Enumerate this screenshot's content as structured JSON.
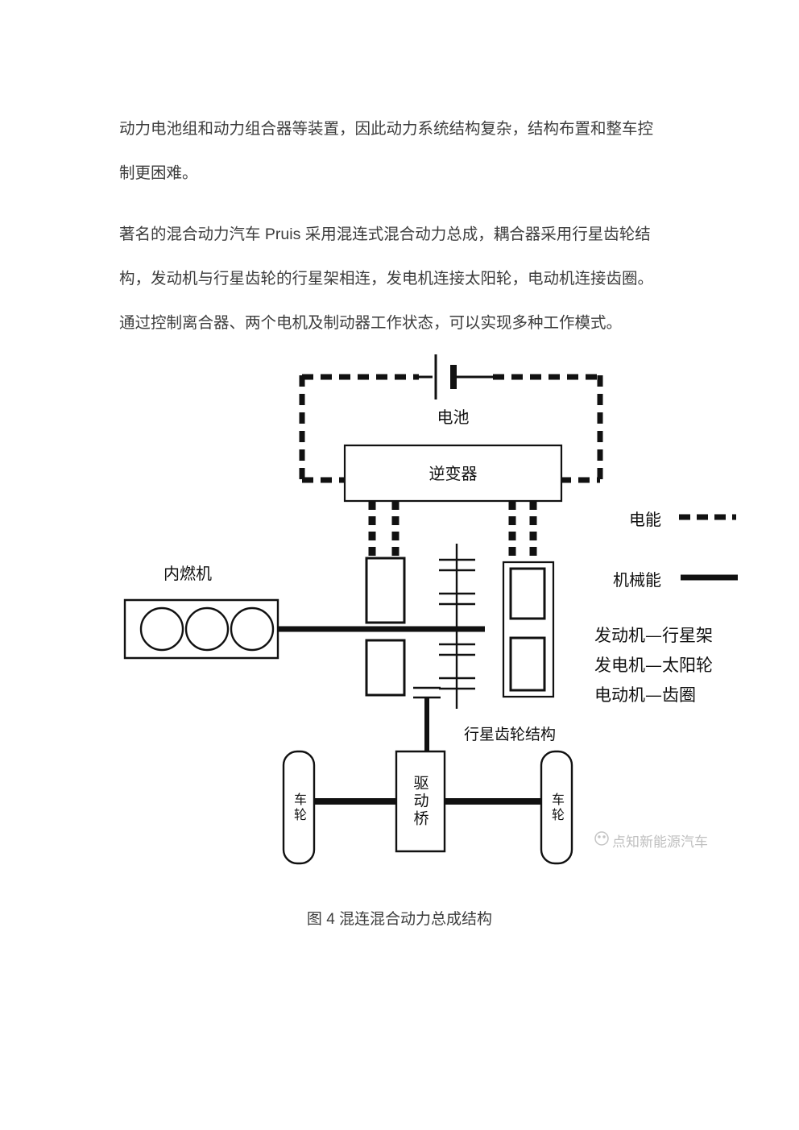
{
  "content": {
    "paragraph1": {
      "line1": "动力电池组和动力组合器等装置，因此动力系统结构复杂，结构布置和整车控",
      "line2": "制更困难。"
    },
    "paragraph2": {
      "line1": "著名的混合动力汽车 Pruis 采用混连式混合动力总成，耦合器采用行星齿轮结",
      "line2": "构，发动机与行星齿轮的行星架相连，发电机连接太阳轮，电动机连接齿圈。",
      "line3": "通过控制离合器、两个电机及制动器工作状态，可以实现多种工作模式。"
    },
    "caption": "图 4 混连混合动力总成结构"
  },
  "diagram": {
    "battery_label": "电池",
    "inverter_label": "逆变器",
    "engine_label": "内燃机",
    "planetary_label": "行星齿轮结构",
    "drive_axle_label": "驱动桥",
    "wheel_left_label": "车轮",
    "wheel_right_label": "车轮",
    "legend_electric_label": "电能",
    "legend_mechanical_label": "机械能",
    "mapping_line1": "发动机—行星架",
    "mapping_line2": "发电机—太阳轮",
    "mapping_line3": "电动机—齿圈",
    "watermark_text": "点知新能源汽车",
    "colors": {
      "line": "#111111",
      "body_text": "#3d3d3d",
      "watermark": "#c0c0c0",
      "background": "#ffffff"
    }
  }
}
